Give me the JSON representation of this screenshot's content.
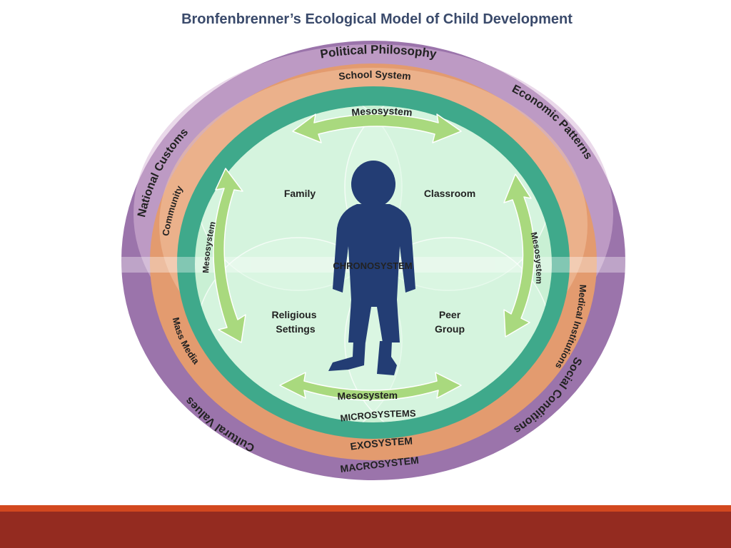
{
  "title": "Bronfenbrenner’s Ecological Model of Child Development",
  "macrosystem": {
    "name": "MACROSYSTEM",
    "items": [
      "Political Philosophy",
      "Economic Patterns",
      "Social Conditions",
      "Cultural Values",
      "National Customs"
    ]
  },
  "exosystem": {
    "name": "EXOSYSTEM",
    "items": [
      "School System",
      "Medical Institutions",
      "Mass Media",
      "Community"
    ]
  },
  "mesosystem": {
    "label": "Mesosystem"
  },
  "microsystems": {
    "name": "MICROSYSTEMS",
    "items": [
      "Family",
      "Classroom",
      "Religious",
      "Settings",
      "Peer",
      "Group"
    ]
  },
  "chronosystem": {
    "label": "CHRONOSYSTEM"
  },
  "colors": {
    "title": "#3a4a6b",
    "macro": "#9b74ab",
    "macro_light": "#d8b9d9",
    "exo": "#e39b6f",
    "exo_light": "#f2c3a3",
    "micro_ring": "#3fa98b",
    "inner_fill": "#c9f0d4",
    "arrow": "#a9d97e",
    "child": "#233d74",
    "bar_red": "#942b20",
    "bar_orange": "#d2481f"
  }
}
